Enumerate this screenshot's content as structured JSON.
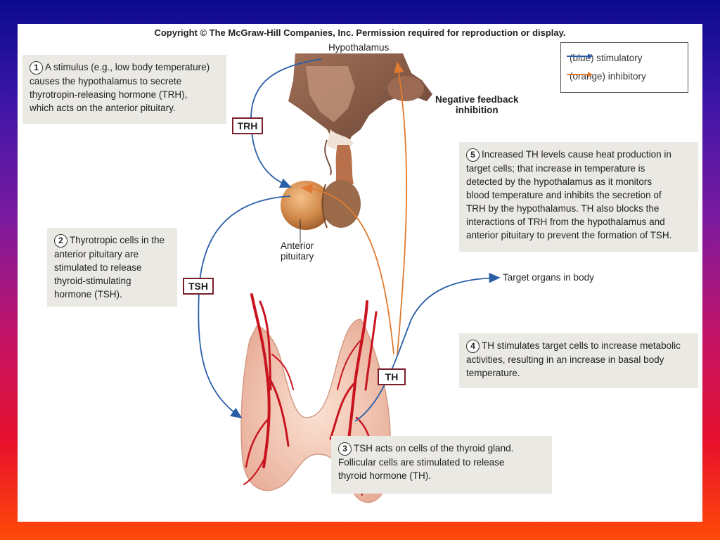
{
  "copyright": "Copyright © The McGraw-Hill Companies, Inc. Permission required for reproduction or display.",
  "legend": {
    "stimulatory": "(blue) stimulatory",
    "inhibitory": "(orange) inhibitory",
    "stimulatory_color": "#2a5fa8",
    "inhibitory_color": "#e07a30"
  },
  "labels": {
    "hypothalamus": "Hypothalamus",
    "anterior_pituitary": "Anterior\npituitary",
    "negative_feedback": "Negative feedback\ninhibition",
    "target_organs": "Target organs in body"
  },
  "tags": {
    "trh": "TRH",
    "tsh": "TSH",
    "th": "TH"
  },
  "steps": [
    {
      "num": "1",
      "text": "A stimulus (e.g., low body temperature)\ncauses the hypothalamus to secrete\nthyrotropin-releasing hormone (TRH),\nwhich acts on the anterior pituitary."
    },
    {
      "num": "2",
      "text": "Thyrotropic cells in the\nanterior pituitary are\nstimulated to release\nthyroid-stimulating\nhormone (TSH)."
    },
    {
      "num": "3",
      "text": "TSH acts on cells of the thyroid gland.\nFollicular cells are stimulated to release\nthyroid hormone (TH)."
    },
    {
      "num": "4",
      "text": "TH stimulates target cells to increase metabolic\nactivities, resulting in an increase in basal body\ntemperature."
    },
    {
      "num": "5",
      "text": "Increased TH levels cause heat production in\ntarget cells; that increase in temperature is\ndetected by the hypothalamus as it monitors\nblood temperature and inhibits the secretion of\nTRH by the hypothalamus.  TH also blocks the\ninteractions of TRH from the hypothalamus and\nanterior pituitary to prevent the formation of TSH."
    }
  ]
}
